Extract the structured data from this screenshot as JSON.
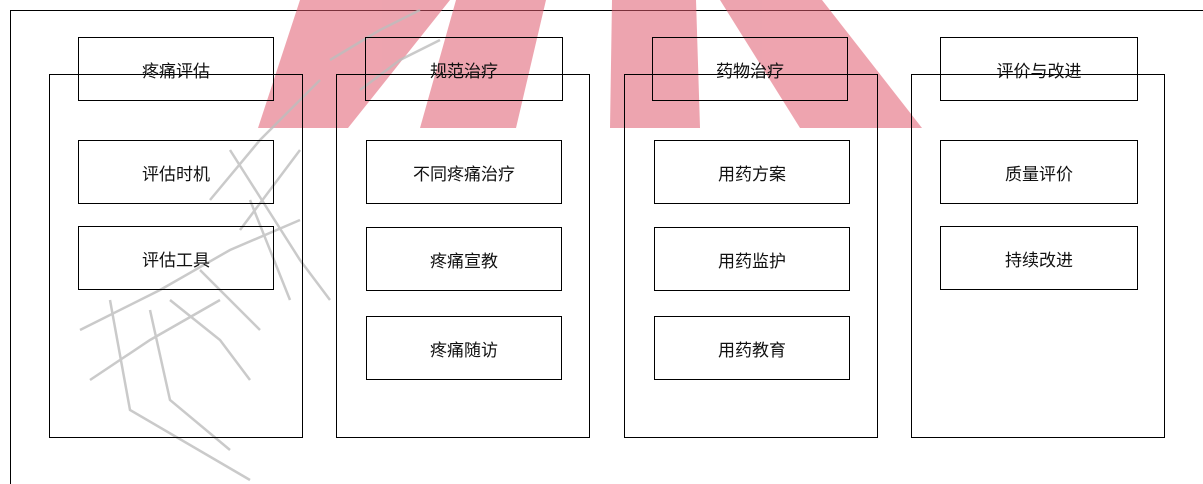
{
  "columns": [
    {
      "title": "疼痛评估",
      "items": [
        "评估时机",
        "评估工具"
      ]
    },
    {
      "title": "规范治疗",
      "items": [
        "不同疼痛治疗",
        "疼痛宣教",
        "疼痛随访"
      ]
    },
    {
      "title": "药物治疗",
      "items": [
        "用药方案",
        "用药监护",
        "用药教育"
      ]
    },
    {
      "title": "评价与改进",
      "items": [
        "质量评价",
        "持续改进"
      ]
    }
  ],
  "colors": {
    "watermark_red": "#e05a6e",
    "watermark_line": "#c8c8c8",
    "line": "#000000"
  }
}
